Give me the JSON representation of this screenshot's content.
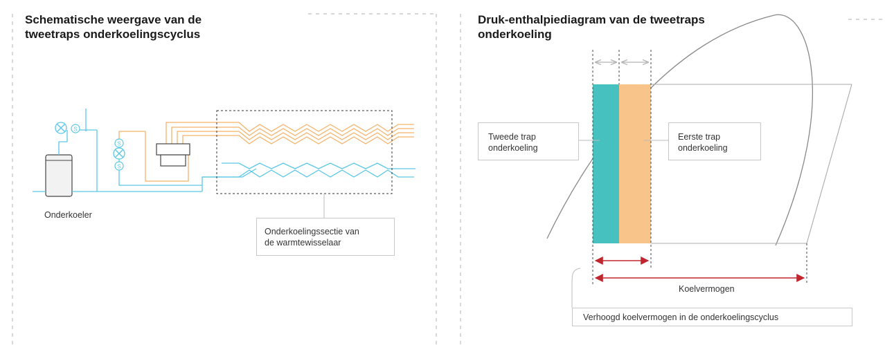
{
  "left_panel": {
    "title_line1": "Schematische weergave van de",
    "title_line2": "tweetraps onderkoelingscyclus",
    "subcooler_label": "Onderkoeler",
    "section_label_line1": "Onderkoelingssectie van",
    "section_label_line2": "de warmtewisselaar",
    "valve_symbol": "S"
  },
  "right_panel": {
    "title_line1": "Druk-enthalpiediagram van de tweetraps",
    "title_line2": "onderkoeling",
    "second_stage_line1": "Tweede trap",
    "second_stage_line2": "onderkoeling",
    "first_stage_line1": "Eerste trap",
    "first_stage_line2": "onderkoeling",
    "capacity_label": "Koelvermogen",
    "increased_capacity_label": "Verhoogd koelvermogen in de onderkoelingscyclus"
  },
  "colors": {
    "water_pipe": "#5bc7e6",
    "refrigerant_pipe": "#f5b26b",
    "second_stage_fill": "#46c1c0",
    "first_stage_fill": "#f8c48a",
    "arrow_red": "#c0262d",
    "arrow_grey": "#b5b5b5",
    "frame_dash": "#bdbdbd"
  }
}
